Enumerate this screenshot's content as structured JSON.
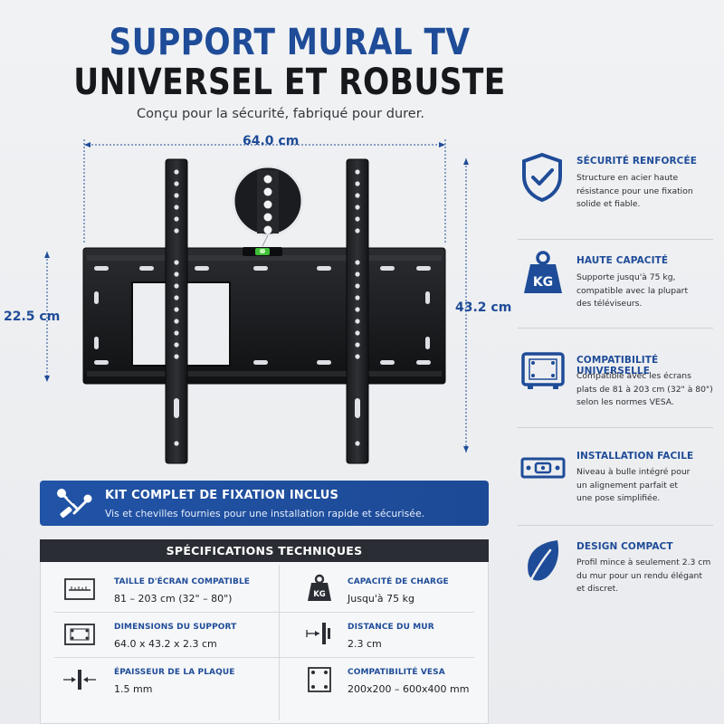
{
  "header": {
    "title_line1": "SUPPORT MURAL TV",
    "title_line2": "UNIVERSEL ET ROBUSTE",
    "subtitle": "Conçu pour la sécurité, fabriqué pour durer."
  },
  "dimensions": {
    "width": "64.0 cm",
    "inner_height": "22.5 cm",
    "total_height": "43.2 cm"
  },
  "features": [
    {
      "icon": "shield-check-icon",
      "title": "SÉCURITÉ RENFORCÉE",
      "desc": [
        "Structure en acier haute",
        "résistance pour une fixation",
        "solide et fiable."
      ]
    },
    {
      "icon": "weight-kg-icon",
      "title": "HAUTE CAPACITÉ",
      "desc": [
        "Supporte jusqu'à 75 kg,",
        "compatible avec la plupart",
        "des téléviseurs."
      ]
    },
    {
      "icon": "vesa-plate-icon",
      "title": "COMPATIBILITÉ UNIVERSELLE",
      "desc": [
        "Compatible avec les écrans",
        "plats de 81 à 203 cm (32\" à 80\")",
        "selon les normes VESA."
      ]
    },
    {
      "icon": "bubble-level-icon",
      "title": "INSTALLATION FACILE",
      "desc": [
        "Niveau à bulle intégré pour",
        "un alignement parfait et",
        "une pose simplifiée."
      ]
    },
    {
      "icon": "leaf-icon",
      "title": "DESIGN COMPACT",
      "desc": [
        "Profil mince à seulement 2.3 cm",
        "du mur pour un rendu élégant",
        "et discret."
      ]
    }
  ],
  "kit": {
    "icon": "screws-icon",
    "title": "KIT COMPLET DE FIXATION INCLUS",
    "desc": "Vis et chevilles fournies pour une installation rapide et sécurisée."
  },
  "specs": {
    "heading": "SPÉCIFICATIONS TECHNIQUES",
    "items": [
      {
        "icon": "ruler-screen-icon",
        "label": "TAILLE D'ÉCRAN COMPATIBLE",
        "value": "81 – 203 cm (32\" – 80\")"
      },
      {
        "icon": "weight-kg-icon",
        "label": "CAPACITÉ DE CHARGE",
        "value": "Jusqu'à 75 kg"
      },
      {
        "icon": "bracket-dimensions-icon",
        "label": "DIMENSIONS DU SUPPORT",
        "value": "64.0 x 43.2 x 2.3 cm"
      },
      {
        "icon": "wall-distance-icon",
        "label": "DISTANCE DU MUR",
        "value": "2.3 cm"
      },
      {
        "icon": "plate-thickness-icon",
        "label": "ÉPAISSEUR DE LA PLAQUE",
        "value": "1.5 mm"
      },
      {
        "icon": "vesa-pattern-icon",
        "label": "COMPATIBILITÉ VESA",
        "value": "200x200 – 600x400 mm"
      }
    ]
  },
  "colors": {
    "brand_blue": "#1f4c98",
    "dark": "#17181b",
    "spec_header": "#2a2d33"
  }
}
